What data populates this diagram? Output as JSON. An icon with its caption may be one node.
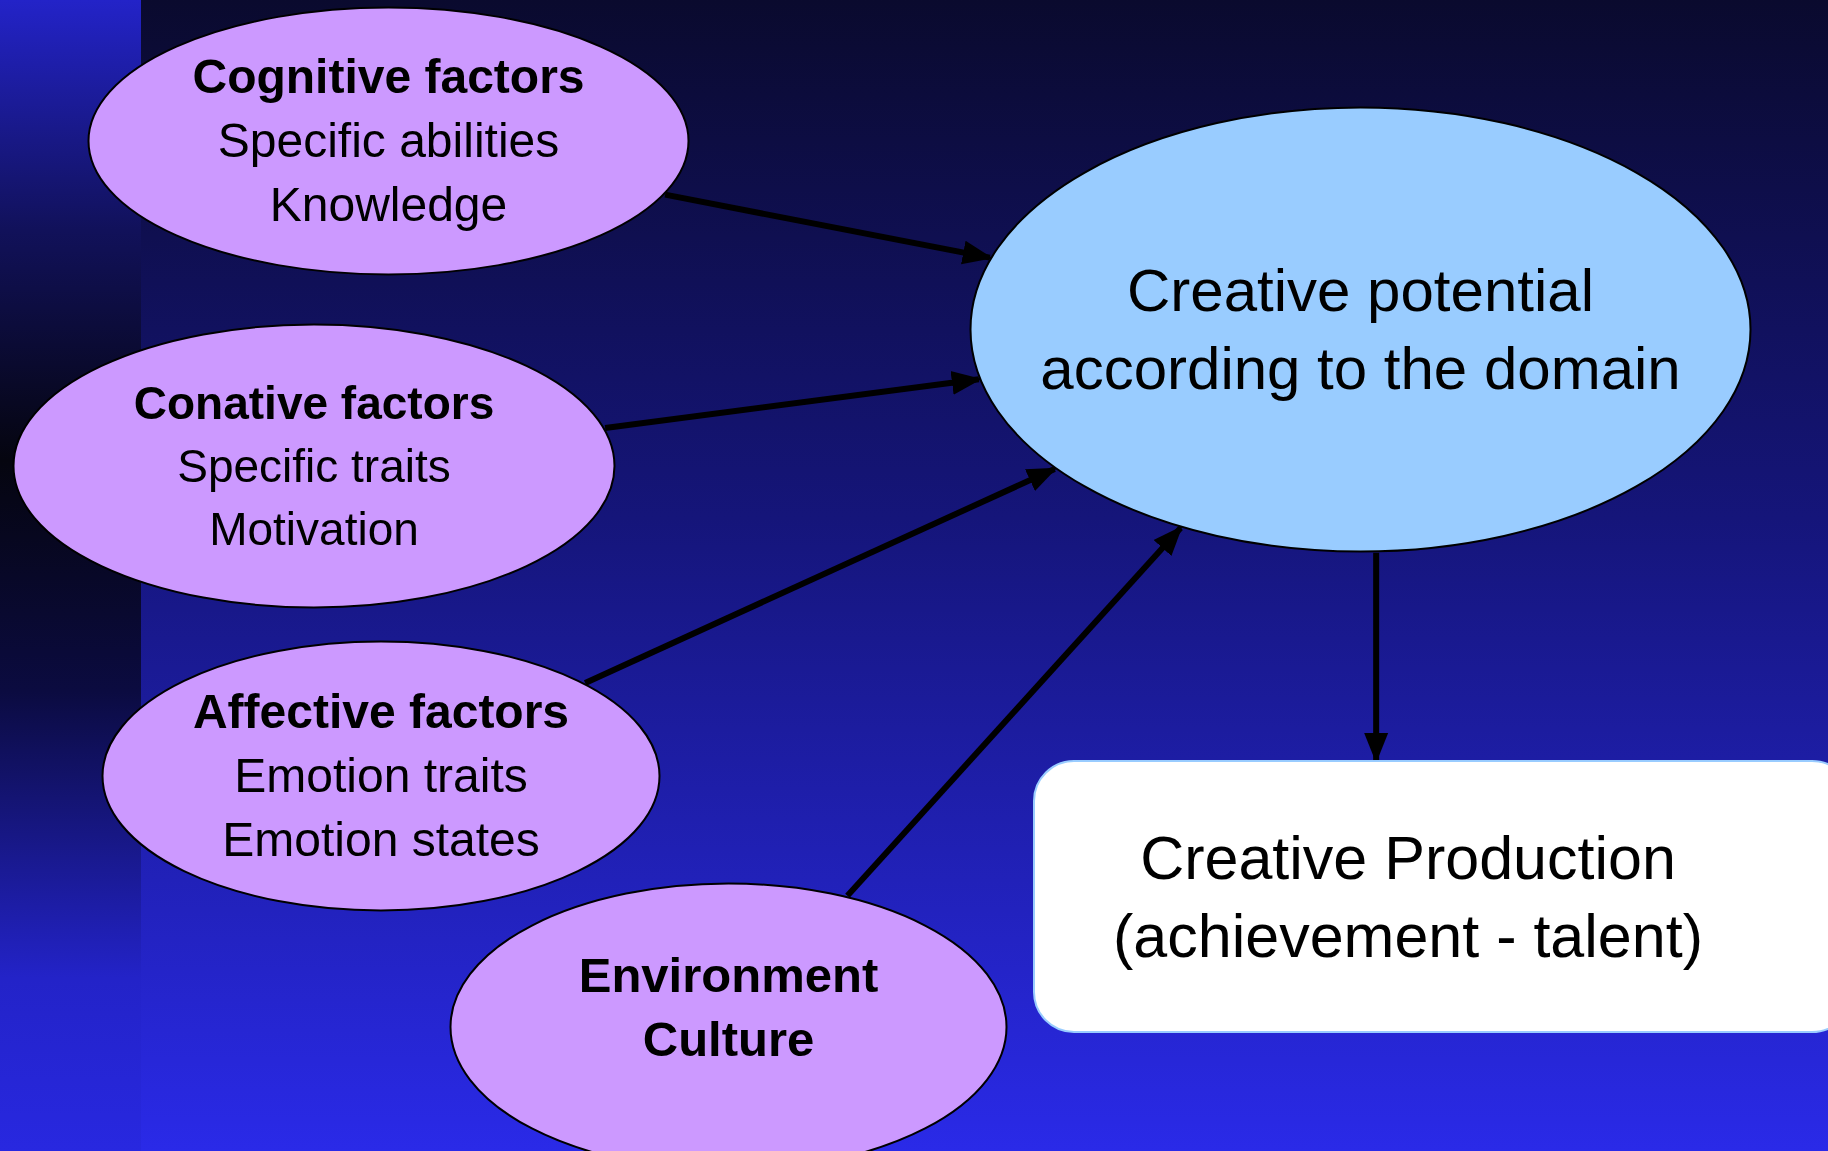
{
  "diagram": {
    "nodes": [
      {
        "text": [
          "Cognitive factors",
          "Specific abilities",
          "Knowledge"
        ]
      },
      {
        "text": [
          "Conative factors",
          "Specific traits",
          "Motivation"
        ]
      },
      {
        "text": [
          "Affective factors",
          "Emotion traits",
          "Emotion states"
        ]
      },
      {
        "text": [
          "Environment",
          "Culture"
        ]
      },
      {
        "text": [
          "Creative potential according to the domain"
        ]
      },
      {
        "text": [
          "Creative Production (achievement - talent)"
        ]
      }
    ],
    "edges": [
      {
        "from": 0,
        "to": 4,
        "arrow": "to"
      },
      {
        "from": 1,
        "to": 4,
        "arrow": "to"
      },
      {
        "from": 2,
        "to": 4,
        "arrow": "to"
      },
      {
        "from": 3,
        "to": 4,
        "arrow": "to"
      },
      {
        "from": 4,
        "to": 5,
        "arrow": "to"
      }
    ]
  }
}
